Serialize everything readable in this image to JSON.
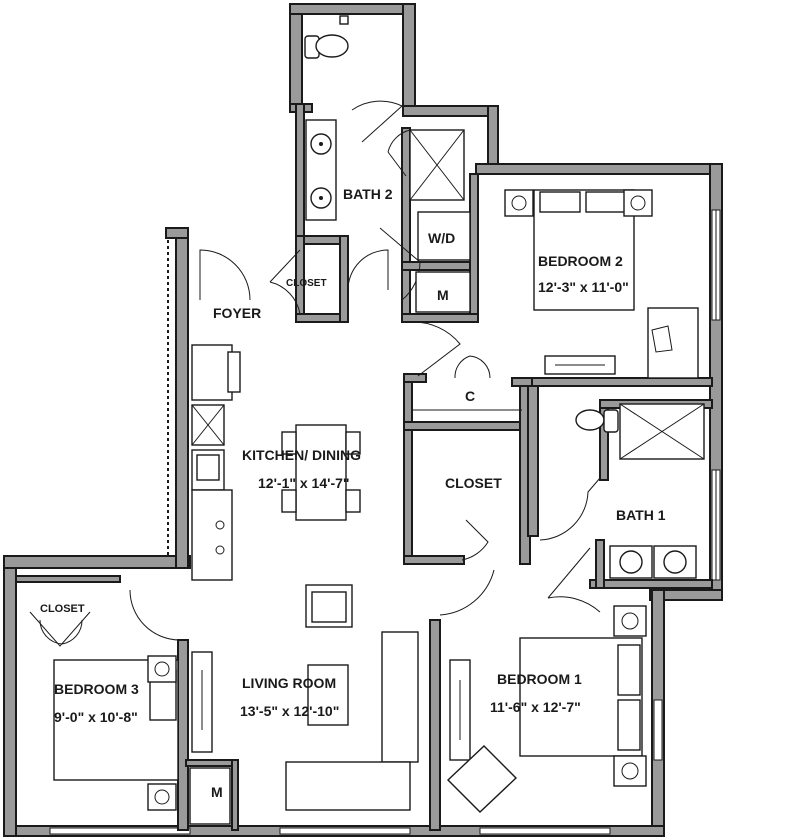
{
  "rooms": {
    "foyer": {
      "label": "FOYER"
    },
    "bath2": {
      "label": "BATH 2"
    },
    "closet_bath2": {
      "label": "CLOSET"
    },
    "wd": {
      "label": "W/D"
    },
    "m_top": {
      "label": "M"
    },
    "bedroom2": {
      "label": "BEDROOM 2",
      "dims": "12'-3\" x 11'-0\""
    },
    "kitchen": {
      "label": "KITCHEN/ DINING",
      "dims": "12'-1\" x 14'-7\""
    },
    "c": {
      "label": "C"
    },
    "closet_main": {
      "label": "CLOSET"
    },
    "bath1": {
      "label": "BATH 1"
    },
    "closet_bed3": {
      "label": "CLOSET"
    },
    "bedroom3": {
      "label": "BEDROOM 3",
      "dims": "9'-0\" x 10'-8\""
    },
    "living": {
      "label": "LIVING ROOM",
      "dims": "13'-5\" x 12'-10\""
    },
    "bedroom1": {
      "label": "BEDROOM 1",
      "dims": "11'-6\" x 12'-7\""
    },
    "m_bottom": {
      "label": "M"
    }
  }
}
